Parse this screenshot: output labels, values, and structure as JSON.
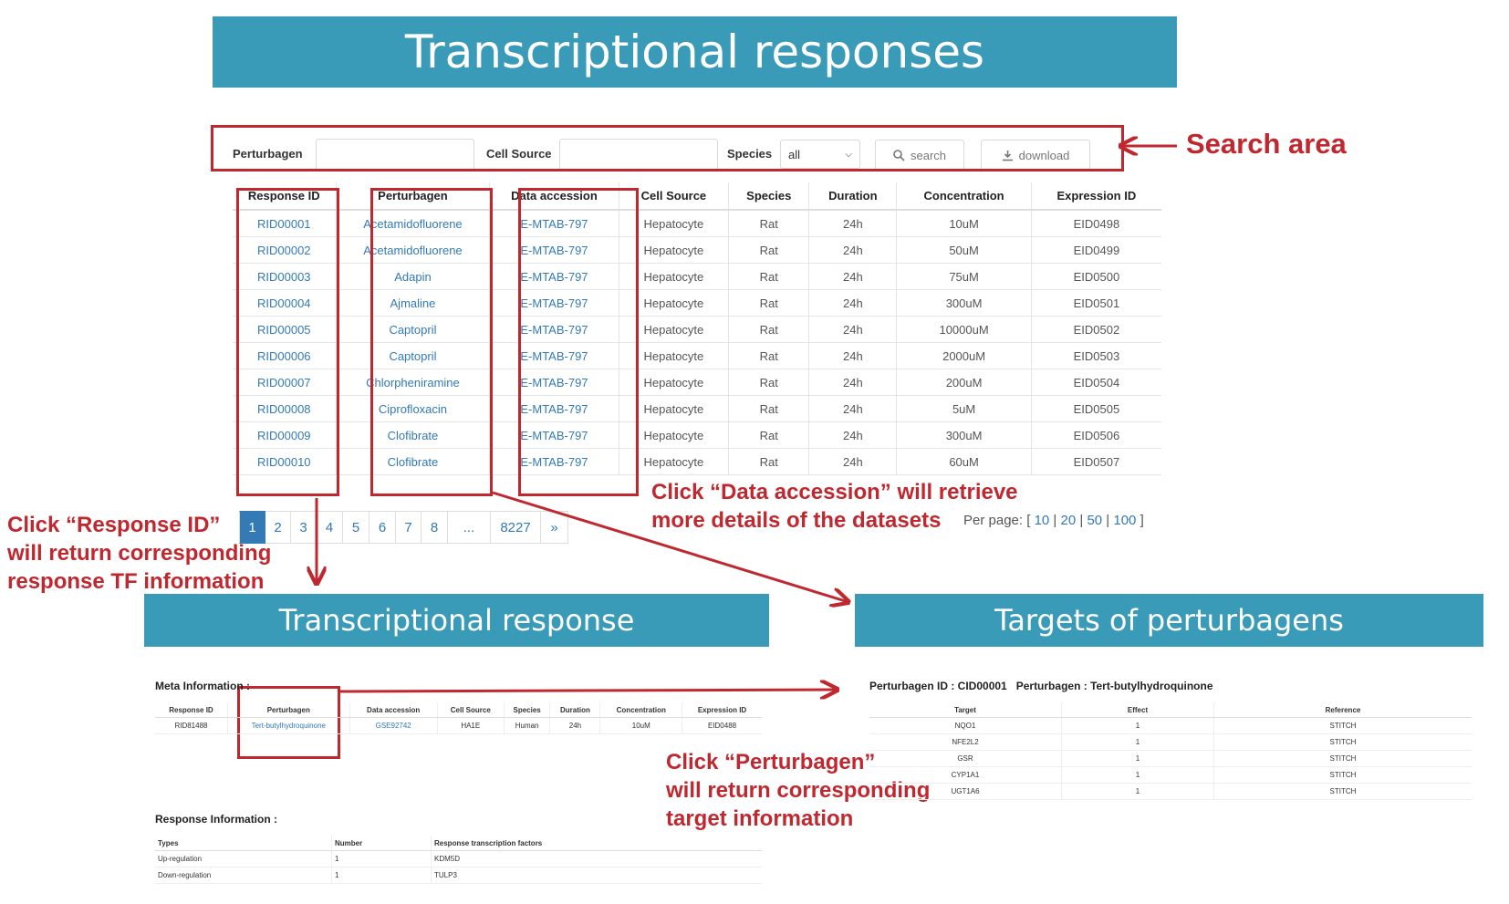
{
  "main_title": "Transcriptional responses",
  "search": {
    "perturbagen_label": "Perturbagen",
    "perturbagen_value": "",
    "cell_source_label": "Cell Source",
    "cell_source_value": "",
    "species_label": "Species",
    "species_selected": "all",
    "search_label": "search",
    "download_label": "download"
  },
  "table": {
    "headers": [
      "Response ID",
      "Perturbagen",
      "Data accession",
      "Cell Source",
      "Species",
      "Duration",
      "Concentration",
      "Expression ID"
    ],
    "rows": [
      [
        "RID00001",
        "Acetamidofluorene",
        "E-MTAB-797",
        "Hepatocyte",
        "Rat",
        "24h",
        "10uM",
        "EID0498"
      ],
      [
        "RID00002",
        "Acetamidofluorene",
        "E-MTAB-797",
        "Hepatocyte",
        "Rat",
        "24h",
        "50uM",
        "EID0499"
      ],
      [
        "RID00003",
        "Adapin",
        "E-MTAB-797",
        "Hepatocyte",
        "Rat",
        "24h",
        "75uM",
        "EID0500"
      ],
      [
        "RID00004",
        "Ajmaline",
        "E-MTAB-797",
        "Hepatocyte",
        "Rat",
        "24h",
        "300uM",
        "EID0501"
      ],
      [
        "RID00005",
        "Captopril",
        "E-MTAB-797",
        "Hepatocyte",
        "Rat",
        "24h",
        "10000uM",
        "EID0502"
      ],
      [
        "RID00006",
        "Captopril",
        "E-MTAB-797",
        "Hepatocyte",
        "Rat",
        "24h",
        "2000uM",
        "EID0503"
      ],
      [
        "RID00007",
        "Chlorpheniramine",
        "E-MTAB-797",
        "Hepatocyte",
        "Rat",
        "24h",
        "200uM",
        "EID0504"
      ],
      [
        "RID00008",
        "Ciprofloxacin",
        "E-MTAB-797",
        "Hepatocyte",
        "Rat",
        "24h",
        "5uM",
        "EID0505"
      ],
      [
        "RID00009",
        "Clofibrate",
        "E-MTAB-797",
        "Hepatocyte",
        "Rat",
        "24h",
        "300uM",
        "EID0506"
      ],
      [
        "RID00010",
        "Clofibrate",
        "E-MTAB-797",
        "Hepatocyte",
        "Rat",
        "24h",
        "60uM",
        "EID0507"
      ]
    ]
  },
  "pagination": {
    "pages": [
      "1",
      "2",
      "3",
      "4",
      "5",
      "6",
      "7",
      "8",
      "...",
      "8227",
      "»"
    ],
    "active": "1"
  },
  "per_page": {
    "label": "Per page: [",
    "options": [
      "10",
      "20",
      "50",
      "100"
    ],
    "sep": "|",
    "close": "]"
  },
  "annotations": {
    "search_area": "Search area",
    "data_accession_line1": "Click “Data accession” will retrieve",
    "data_accession_line2": "more details of the datasets",
    "response_id_line1": "Click “Response ID”",
    "response_id_line2": "will return corresponding",
    "response_id_line3": "response TF information",
    "perturbagen_line1": "Click “Perturbagen”",
    "perturbagen_line2": "will return corresponding",
    "perturbagen_line3": "target information"
  },
  "response_panel": {
    "title": "Transcriptional response",
    "meta_label": "Meta Information :",
    "meta_headers": [
      "Response ID",
      "Perturbagen",
      "Data accession",
      "Cell Source",
      "Species",
      "Duration",
      "Concentration",
      "Expression ID"
    ],
    "meta_row": [
      "RID81488",
      "Tert-butylhydroquinone",
      "GSE92742",
      "HA1E",
      "Human",
      "24h",
      "10uM",
      "EID0488"
    ],
    "response_label": "Response Information :",
    "response_headers": [
      "Types",
      "Number",
      "Response transcription factors"
    ],
    "response_rows": [
      [
        "Up-regulation",
        "1",
        "KDM5D"
      ],
      [
        "Down-regulation",
        "1",
        "TULP3"
      ]
    ]
  },
  "targets_panel": {
    "title": "Targets of perturbagens",
    "id_line": "Perturbagen ID : CID00001   Perturbagen : Tert-butylhydroquinone",
    "headers": [
      "Target",
      "Effect",
      "Reference"
    ],
    "rows": [
      [
        "NQO1",
        "1",
        "STITCH"
      ],
      [
        "NFE2L2",
        "1",
        "STITCH"
      ],
      [
        "GSR",
        "1",
        "STITCH"
      ],
      [
        "CYP1A1",
        "1",
        "STITCH"
      ],
      [
        "UGT1A6",
        "1",
        "STITCH"
      ]
    ]
  }
}
